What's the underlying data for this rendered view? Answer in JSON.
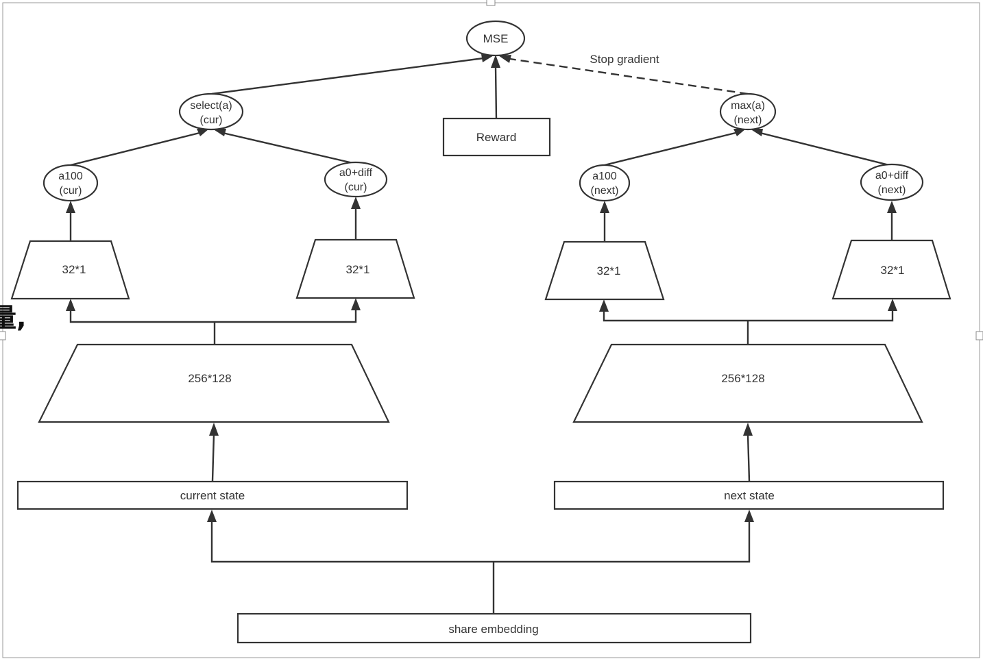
{
  "nodes": {
    "mse": "MSE",
    "stop_gradient": "Stop gradient",
    "select_cur": [
      "select(a)",
      "(cur)"
    ],
    "reward": "Reward",
    "max_next": [
      "max(a)",
      "(next)"
    ],
    "a100_cur": [
      "a100",
      "(cur)"
    ],
    "a0diff_cur": [
      "a0+diff",
      "(cur)"
    ],
    "a100_next": [
      "a100",
      "(next)"
    ],
    "a0diff_next": [
      "a0+diff",
      "(next)"
    ],
    "fc_small_1": "32*1",
    "fc_small_2": "32*1",
    "fc_small_3": "32*1",
    "fc_small_4": "32*1",
    "fc_big_cur": "256*128",
    "fc_big_next": "256*128",
    "current_state": "current state",
    "next_state": "next state",
    "share_embedding": "share embedding"
  },
  "edge_glyph": "量,"
}
